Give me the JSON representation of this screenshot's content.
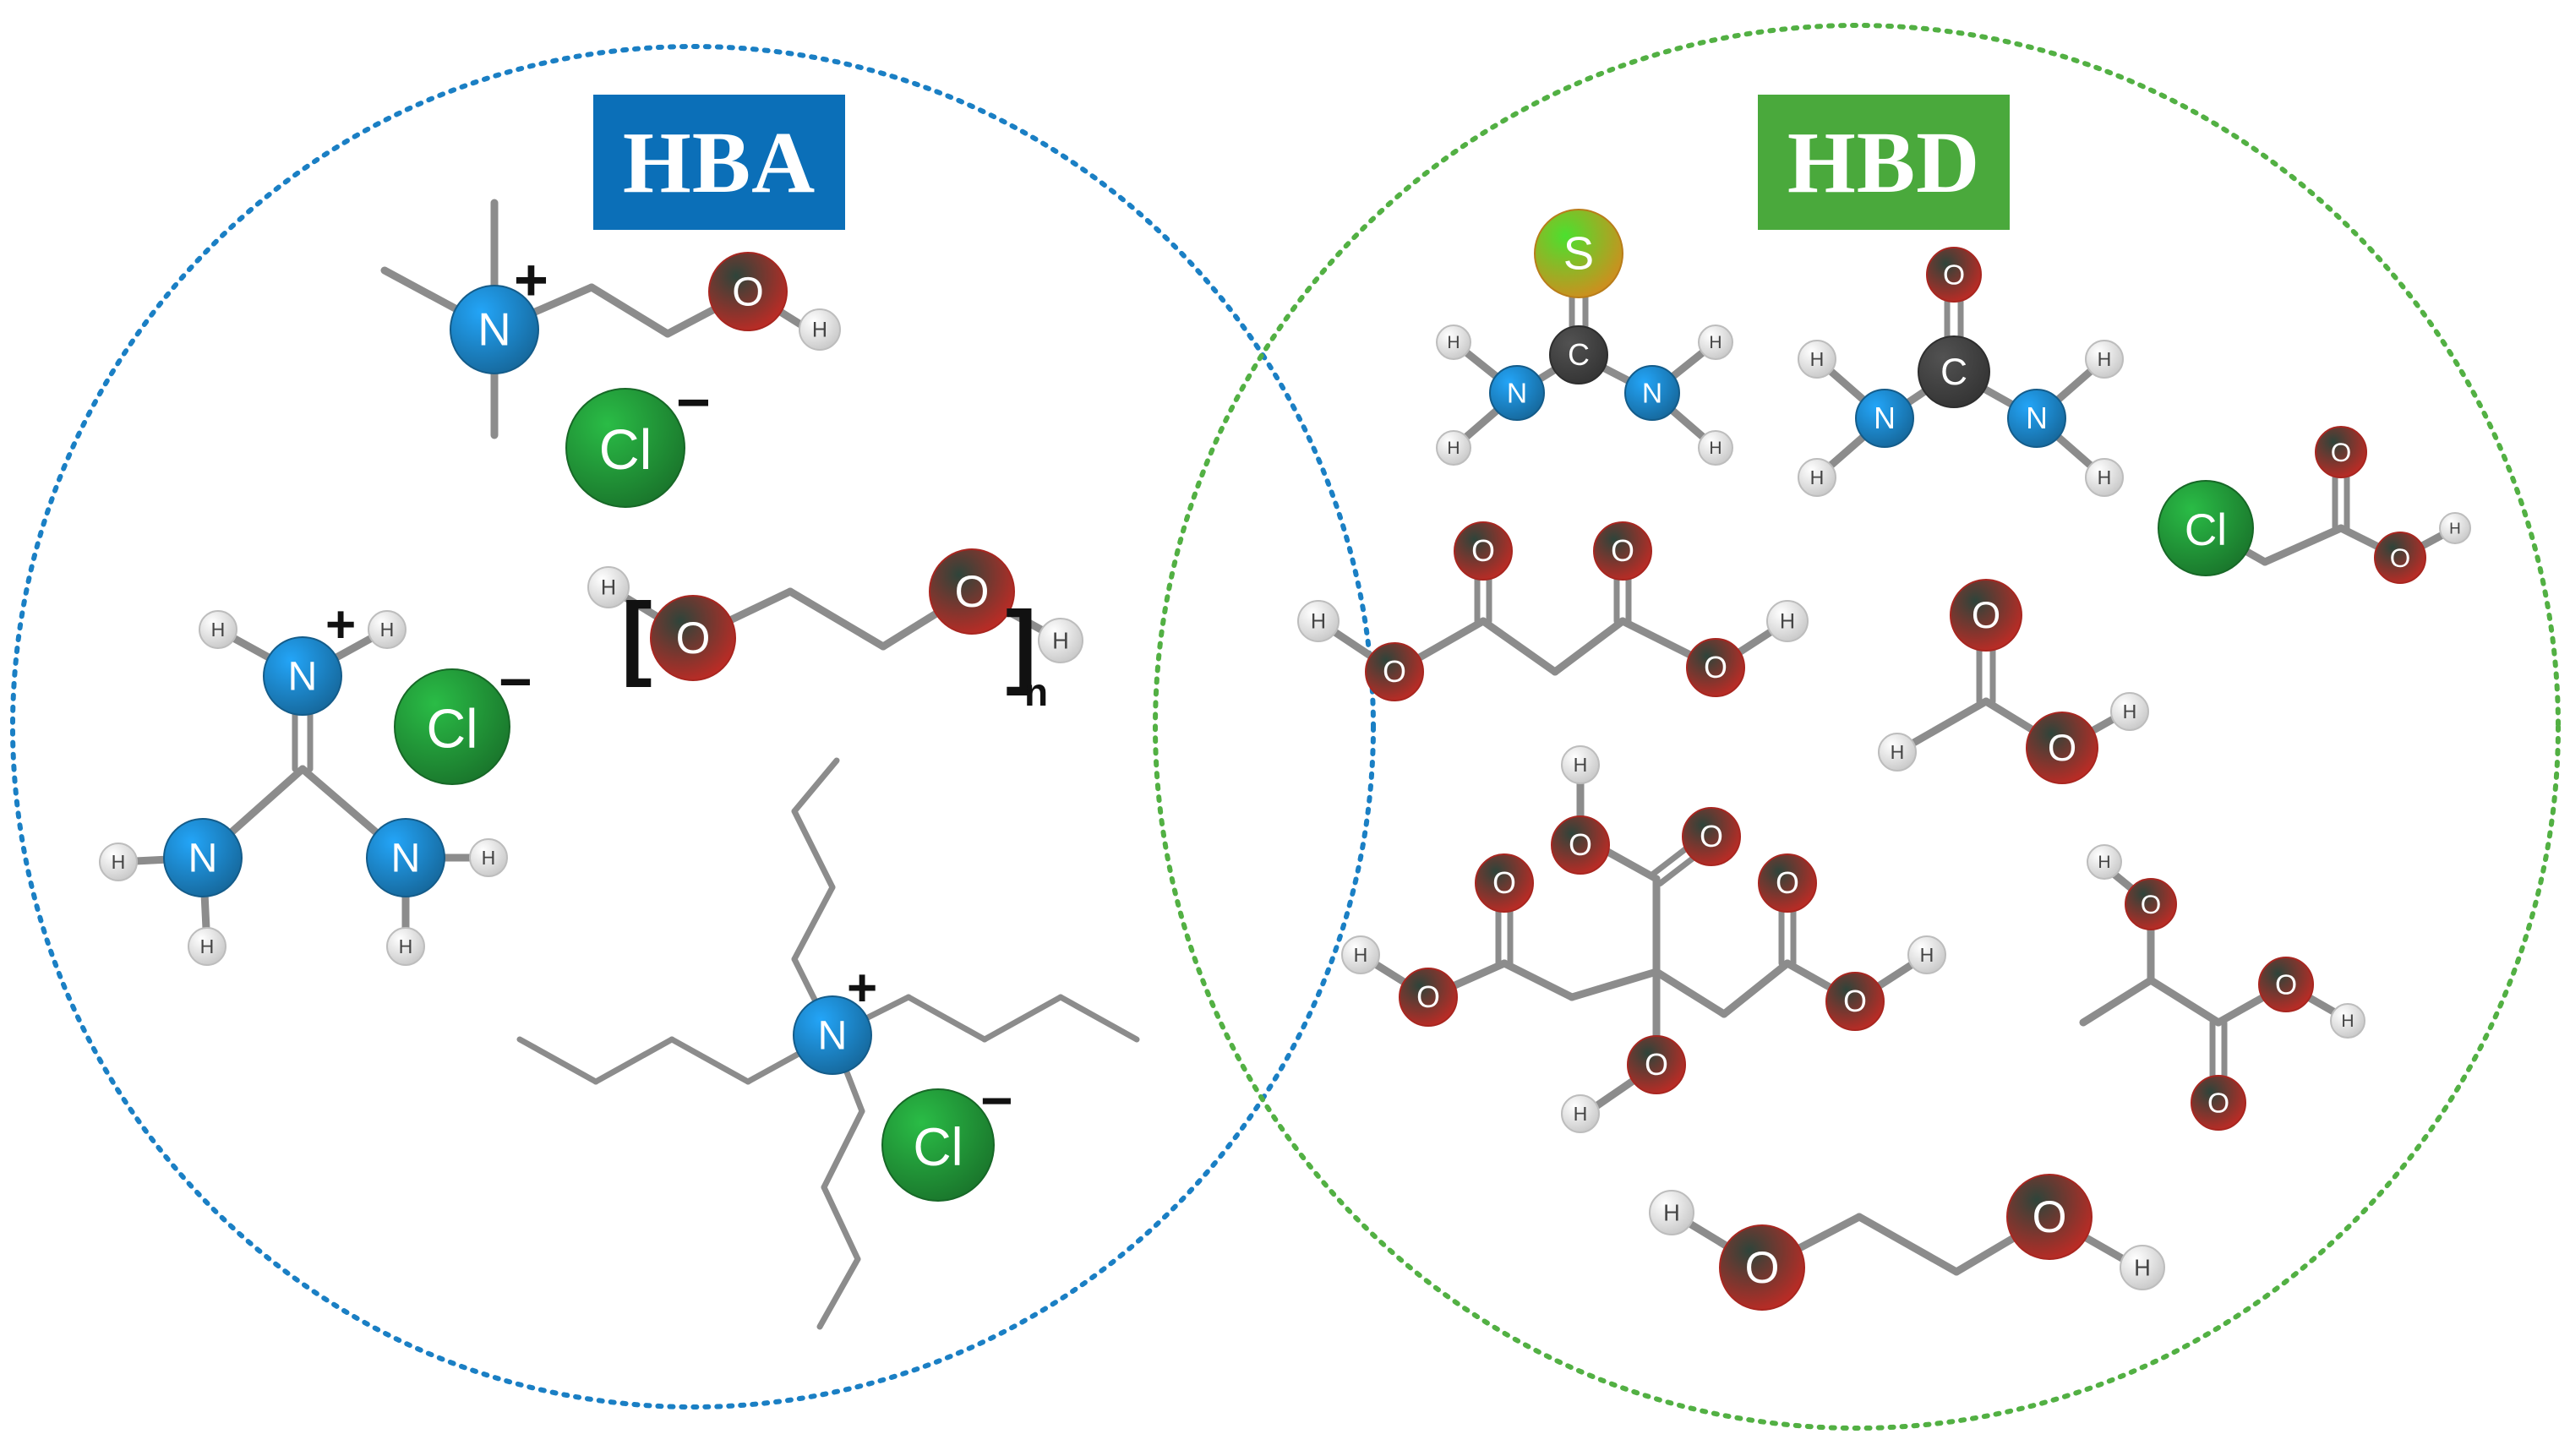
{
  "panels": {
    "hba": {
      "title": "HBA",
      "color": "#0b6fb8",
      "circle_color": "#1a7fc4"
    },
    "hbd": {
      "title": "HBD",
      "color": "#4aa93c",
      "circle_color": "#52b043"
    }
  },
  "atom_colors": {
    "N": "#1a7ab8",
    "O": "#e0322b",
    "Cl": "#1f8b34",
    "H": "#e6e6e6",
    "C": "#3d3d3d",
    "S": "#f5a623"
  },
  "atom_labels": {
    "N": "N",
    "O": "O",
    "Cl": "Cl",
    "H": "H",
    "C": "C",
    "S": "S"
  },
  "charges": {
    "plus": "+",
    "minus": "−"
  },
  "polymer_subscript": "n",
  "bracket_left": "[",
  "bracket_right": "]",
  "hba_molecules": [
    "choline-chloride",
    "guanidine-hydrochloride",
    "polyethylene-glycol",
    "tetrabutylammonium-chloride"
  ],
  "hbd_molecules": [
    "thiourea",
    "urea",
    "chloroacetic-acid",
    "malonic-acid",
    "formic-acid",
    "citric-acid",
    "lactic-acid",
    "ethylene-glycol"
  ]
}
